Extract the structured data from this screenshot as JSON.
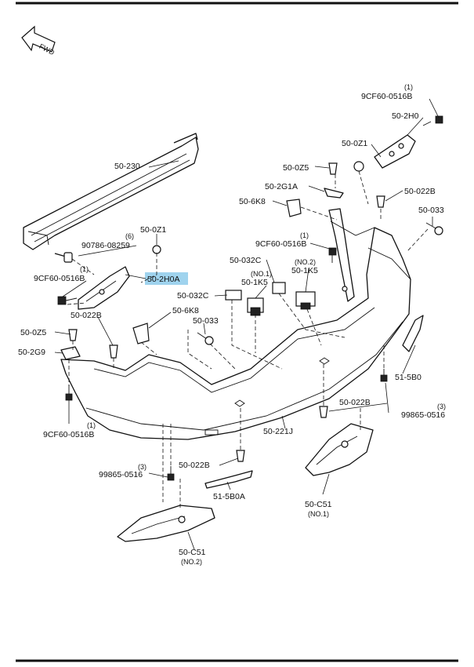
{
  "diagram": {
    "fwd_label": "FWD",
    "highlight_color": "#9fd3ee",
    "labels": [
      {
        "id": "p_9cf_top",
        "qty": "(1)",
        "text": "9CF60-0516B"
      },
      {
        "id": "p_2h0",
        "text": "50-2H0"
      },
      {
        "id": "p_0z1_r",
        "text": "50-0Z1"
      },
      {
        "id": "p_230",
        "text": "50-230"
      },
      {
        "id": "p_0z5_top",
        "text": "50-0Z5"
      },
      {
        "id": "p_2g1a",
        "text": "50-2G1A"
      },
      {
        "id": "p_022b_r",
        "text": "50-022B"
      },
      {
        "id": "p_6k8_top",
        "text": "50-6K8"
      },
      {
        "id": "p_033_r",
        "text": "50-033"
      },
      {
        "id": "p_0z1_l",
        "text": "50-0Z1"
      },
      {
        "id": "p_90786",
        "qty": "(6)",
        "text": "90786-08259"
      },
      {
        "id": "p_9cf_mid",
        "qty": "(1)",
        "text": "9CF60-0516B"
      },
      {
        "id": "p_9cf_l",
        "qty": "(1)",
        "text": "9CF60-0516B"
      },
      {
        "id": "p_2h0a",
        "text": "50-2H0A",
        "highlighted": true
      },
      {
        "id": "p_032c_1",
        "text": "50-032C"
      },
      {
        "id": "p_1k5_1",
        "qty": "(NO.1)",
        "text": "50-1K5"
      },
      {
        "id": "p_1k5_2",
        "qty": "(NO.2)",
        "text": "50-1K5"
      },
      {
        "id": "p_032c_2",
        "text": "50-032C"
      },
      {
        "id": "p_022b_l",
        "text": "50-022B"
      },
      {
        "id": "p_6k8_mid",
        "text": "50-6K8"
      },
      {
        "id": "p_033_mid",
        "text": "50-033"
      },
      {
        "id": "p_0z5_l",
        "text": "50-0Z5"
      },
      {
        "id": "p_2g9",
        "text": "50-2G9"
      },
      {
        "id": "p_5b0",
        "text": "51-5B0"
      },
      {
        "id": "p_022b_br",
        "text": "50-022B"
      },
      {
        "id": "p_99865_r",
        "qty": "(3)",
        "text": "99865-0516"
      },
      {
        "id": "p_9cf_bl",
        "qty": "(1)",
        "text": "9CF60-0516B"
      },
      {
        "id": "p_221j",
        "text": "50-221J"
      },
      {
        "id": "p_022b_b",
        "text": "50-022B"
      },
      {
        "id": "p_99865_l",
        "qty": "(3)",
        "text": "99865-0516"
      },
      {
        "id": "p_5b0a",
        "text": "51-5B0A"
      },
      {
        "id": "p_c51_1",
        "text": "50-C51",
        "sub": "(NO.1)"
      },
      {
        "id": "p_c51_2",
        "text": "50-C51",
        "sub": "(NO.2)"
      }
    ]
  }
}
